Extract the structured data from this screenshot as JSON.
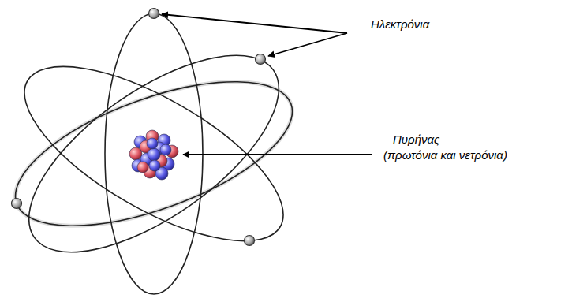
{
  "diagram": {
    "labels": [
      "Ηλεκτρόνια",
      "Πυρήνας",
      "(πρωτόνια και νετρόνια)"
    ]
  }
}
